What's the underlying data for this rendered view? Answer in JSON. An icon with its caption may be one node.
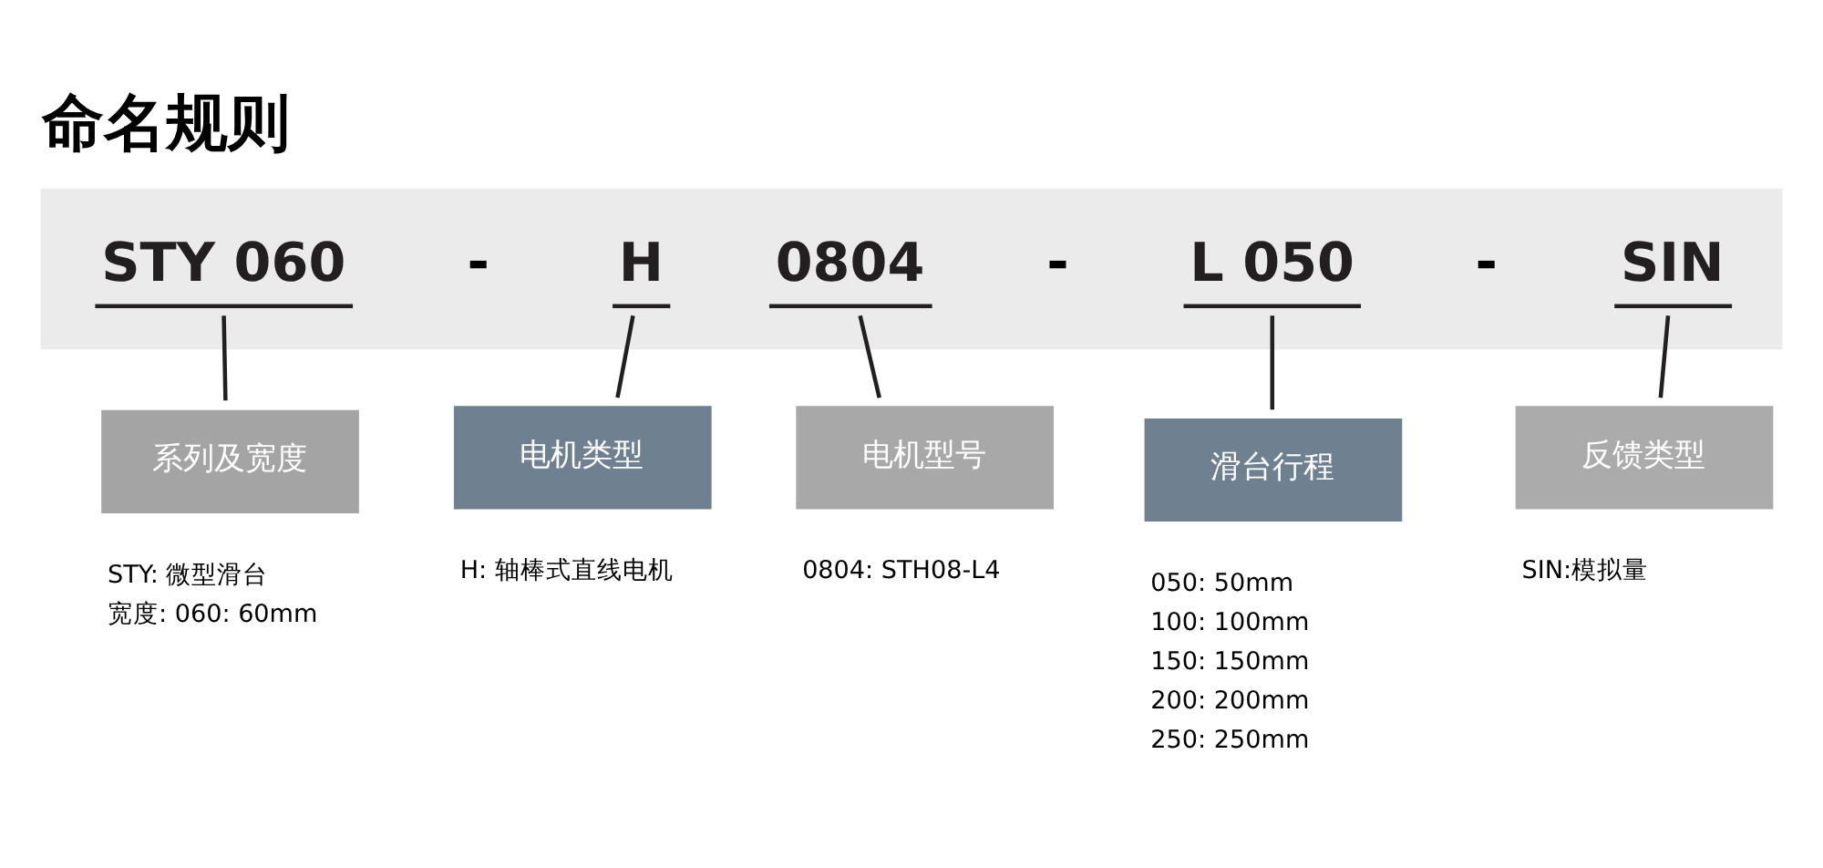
{
  "diagram": {
    "title": "命名规则",
    "nodes": [
      {
        "text": [],
        "shape": "box"
      },
      {
        "text": [
          "STY 060"
        ],
        "in": 0
      },
      {
        "text": [
          "H"
        ],
        "in": 0
      },
      {
        "text": [
          "0804"
        ],
        "in": 0
      },
      {
        "text": [
          "L 050"
        ],
        "in": 0
      },
      {
        "text": [
          "SIN"
        ],
        "in": 0
      },
      {
        "text": [
          "系列及宽度"
        ],
        "beside": [
          "STY: 微型滑台",
          "宽度: 060: 60mm"
        ]
      },
      {
        "text": [
          "电机类型"
        ],
        "beside": [
          "H: 轴棒式直线电机"
        ]
      },
      {
        "text": [
          "电机型号"
        ],
        "beside": [
          "0804: STH08-L4"
        ]
      },
      {
        "text": [
          "滑台行程"
        ],
        "beside": [
          "050: 50mm",
          "100: 100mm",
          "150: 150mm",
          "200: 200mm",
          "250: 250mm"
        ]
      },
      {
        "text": [
          "反馈类型"
        ],
        "beside": [
          "SIN:模拟量"
        ]
      }
    ],
    "edges": [
      {
        "from": 1,
        "to": 6,
        "arrow": "none"
      },
      {
        "from": 2,
        "to": 7,
        "arrow": "none"
      },
      {
        "from": 3,
        "to": 8,
        "arrow": "none"
      },
      {
        "from": 4,
        "to": 9,
        "arrow": "none"
      },
      {
        "from": 5,
        "to": 10,
        "arrow": "none"
      }
    ],
    "labels": [
      "-",
      "-",
      "-"
    ]
  }
}
